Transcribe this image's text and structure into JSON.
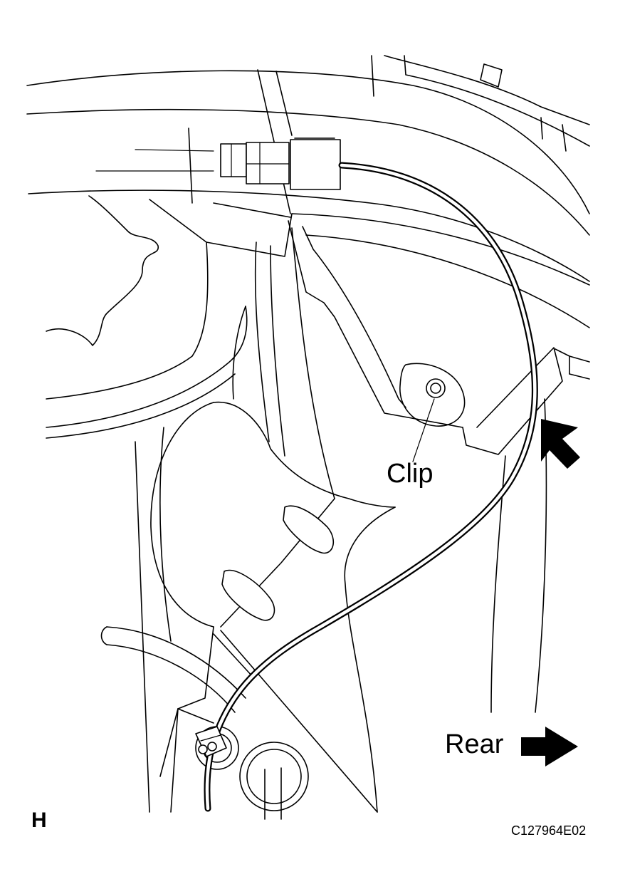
{
  "labels": {
    "clip": "Clip",
    "rear": "Rear",
    "view_letter": "H",
    "figure_code": "C127964E02"
  },
  "icons": [
    "view-arrow-icon",
    "rear-direction-arrow-icon"
  ],
  "colors": {
    "line": "#000000",
    "background": "#ffffff"
  }
}
